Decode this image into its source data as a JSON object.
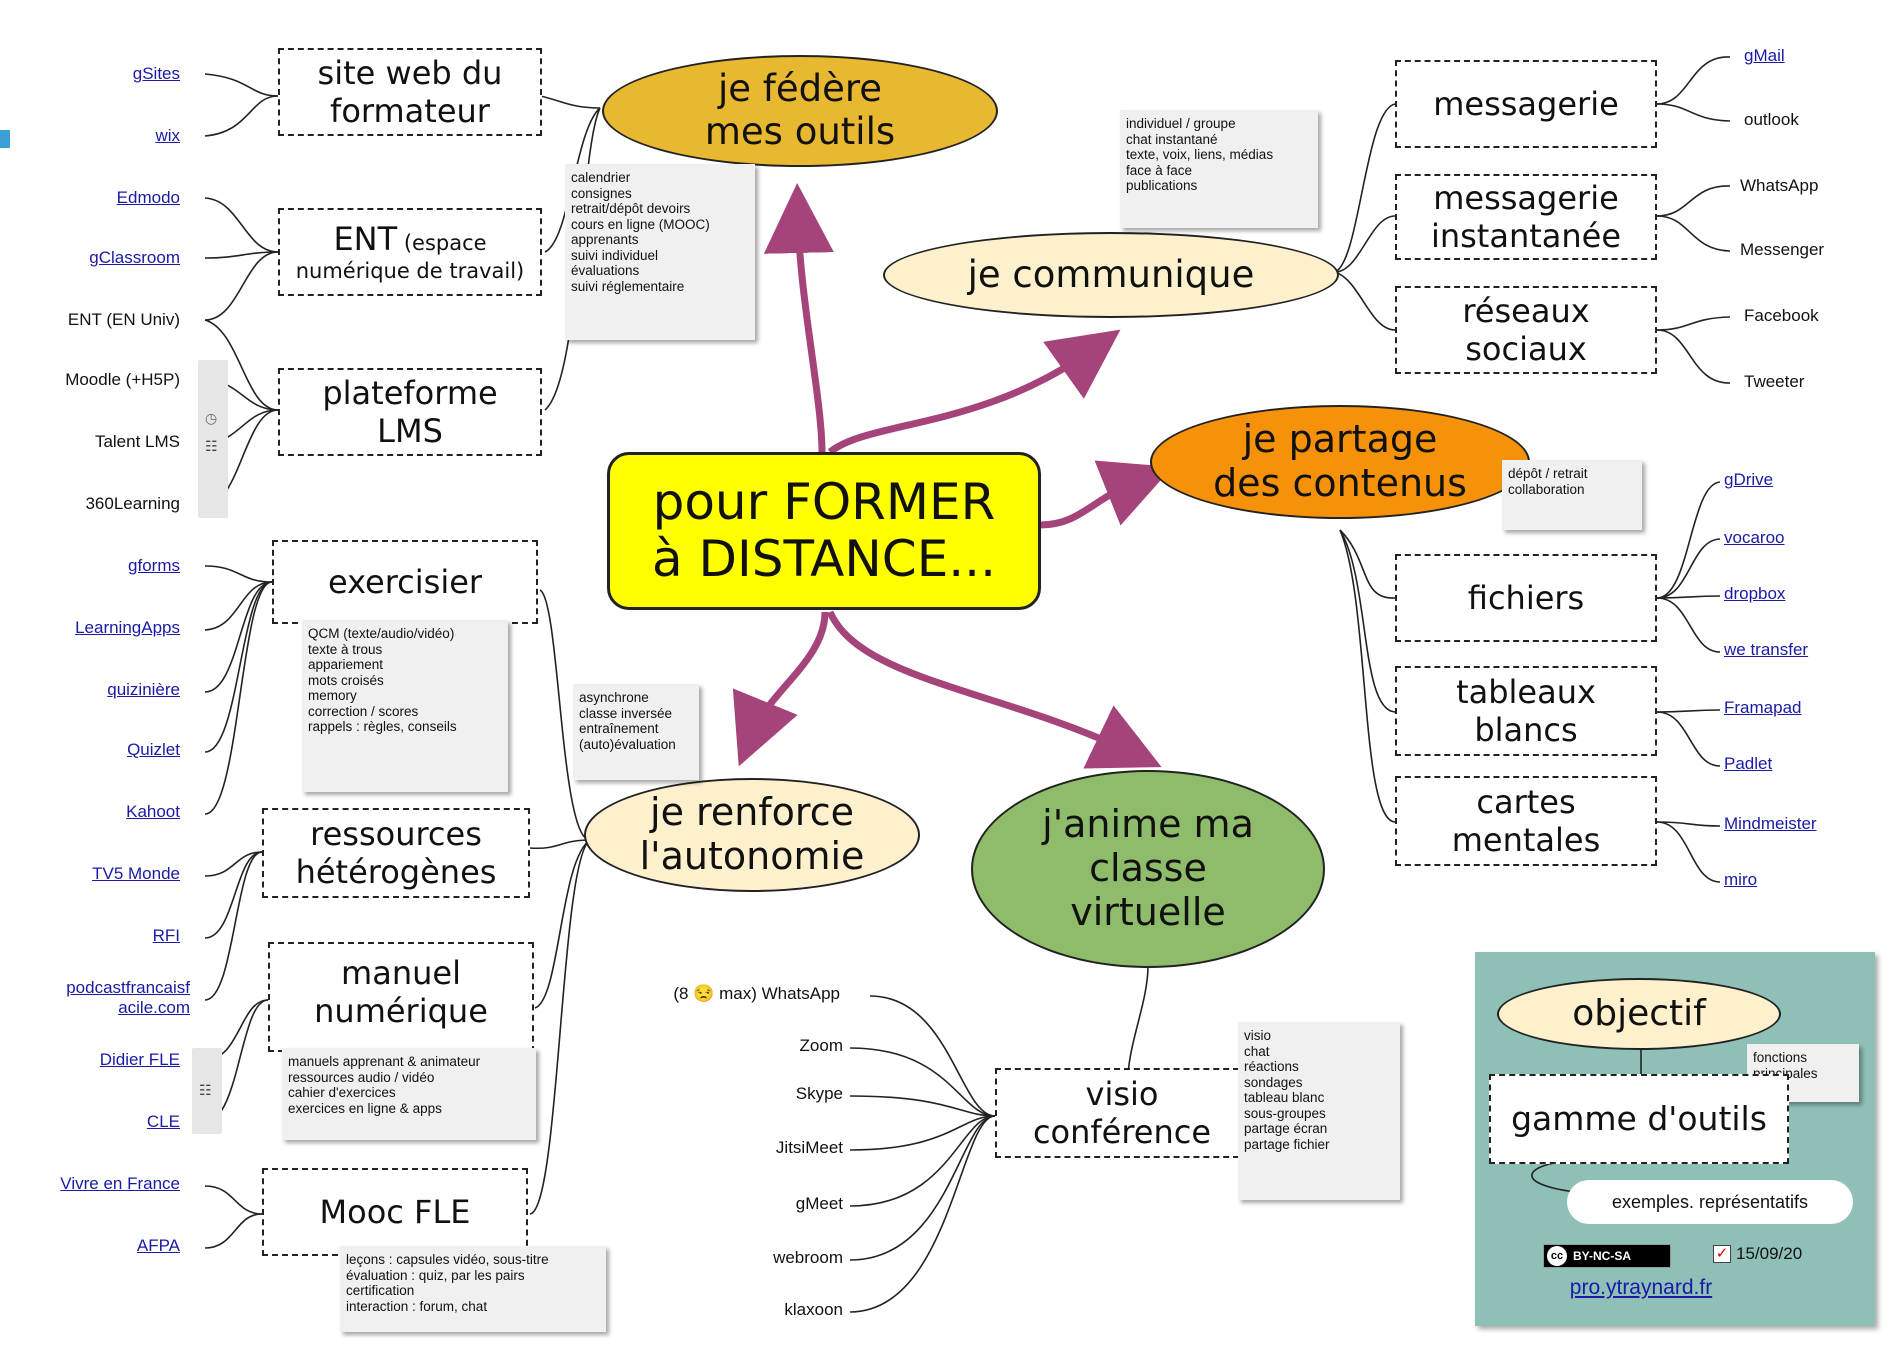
{
  "center": {
    "label_line1": "pour FORMER",
    "label_line2": "à DISTANCE..."
  },
  "nodes": {
    "federe": {
      "line1": "je fédère",
      "line2": "mes outils"
    },
    "communique": {
      "label": "je communique"
    },
    "partage": {
      "line1": "je partage",
      "line2": "des contenus"
    },
    "renforce": {
      "line1": "je renforce",
      "line2": "l'autonomie"
    },
    "anime": {
      "line1": "j'anime ma",
      "line2": "classe",
      "line3": "virtuelle"
    }
  },
  "boxes": {
    "site_web": {
      "line1": "site web du",
      "line2": "formateur"
    },
    "ent": {
      "main": "ENT",
      "paren": "(espace",
      "line2": "numérique de travail)"
    },
    "lms": {
      "line1": "plateforme",
      "line2": "LMS"
    },
    "messagerie": {
      "label": "messagerie"
    },
    "messagerie_inst": {
      "line1": "messagerie",
      "line2": "instantanée"
    },
    "reseaux": {
      "line1": "réseaux",
      "line2": "sociaux"
    },
    "fichiers": {
      "label": "fichiers"
    },
    "tableaux": {
      "line1": "tableaux",
      "line2": "blancs"
    },
    "cartes": {
      "line1": "cartes",
      "line2": "mentales"
    },
    "exercisier": {
      "label": "exercisier"
    },
    "ressources": {
      "line1": "ressources",
      "line2": "hétérogènes"
    },
    "manuel": {
      "line1": "manuel",
      "line2": "numérique"
    },
    "mooc": {
      "label": "Mooc FLE"
    },
    "visio": {
      "line1": "visio",
      "line2": "conférence"
    }
  },
  "notes": {
    "federe": "calendrier\nconsignes\nretrait/dépôt devoirs\ncours en ligne (MOOC)\napprenants\nsuivi individuel\névaluations\nsuivi réglementaire",
    "communique": "individuel / groupe\nchat instantané\ntexte, voix, liens, médias\nface à face\npublications",
    "partage": "dépôt / retrait\ncollaboration",
    "exercisier": "QCM (texte/audio/vidéo)\ntexte à trous\nappariement\nmots croisés\nmemory\ncorrection / scores\nrappels : règles, conseils",
    "renforce": "asynchrone\nclasse inversée\nentraînement\n(auto)évaluation",
    "manuel": "manuels apprenant & animateur\nressources audio / vidéo\ncahier d'exercices\nexercices en ligne & apps",
    "mooc": "leçons : capsules vidéo, sous-titre\névaluation : quiz, par les pairs\ncertification\ninteraction : forum, chat",
    "visio": "visio\nchat\nréactions\nsondages\ntableau blanc\nsous-groupes\npartage écran\npartage fichier",
    "legend": "fonctions\nprincipales"
  },
  "leaves": {
    "site_web": [
      "gSites",
      "wix"
    ],
    "ent": [
      "Edmodo",
      "gClassroom",
      "ENT (EN Univ)"
    ],
    "lms": [
      "Moodle (+H5P)",
      "Talent LMS",
      "360Learning"
    ],
    "messagerie": [
      "gMail",
      "outlook"
    ],
    "messagerie_inst": [
      "WhatsApp",
      "Messenger"
    ],
    "reseaux": [
      "Facebook",
      "Tweeter"
    ],
    "fichiers": [
      "gDrive",
      "vocaroo",
      "dropbox",
      "we transfer"
    ],
    "tableaux": [
      "Framapad",
      "Padlet"
    ],
    "cartes": [
      "Mindmeister",
      "miro"
    ],
    "exercisier": [
      "gforms",
      "LearningApps",
      "quizinière",
      "Quizlet",
      "Kahoot"
    ],
    "ressources": [
      "TV5 Monde",
      "RFI",
      "podcastfrancaisf",
      "acile.com"
    ],
    "manuel": [
      "Didier FLE",
      "CLE"
    ],
    "mooc": [
      "Vivre en France",
      "AFPA"
    ],
    "visio": [
      "(8 😒 max) WhatsApp",
      "Zoom",
      "Skype",
      "JitsiMeet",
      "gMeet",
      "webroom",
      "klaxoon"
    ]
  },
  "legend": {
    "objectif": "objectif",
    "gamme": "gamme d'outils",
    "exemples": "exemples. représentatifs",
    "license": "BY-NC-SA",
    "cc": "cc",
    "date": "15/09/20",
    "url": "pro.ytraynard.fr"
  },
  "colors": {
    "federe": "#e8b830",
    "communique": "#fdf0cc",
    "partage": "#f5920a",
    "renforce": "#fdf0cc",
    "anime": "#8fbc6a",
    "center": "#ffff00",
    "arrow": "#a5447a",
    "legend_bg": "#8fc0b8",
    "link": "#1a1aa6"
  }
}
